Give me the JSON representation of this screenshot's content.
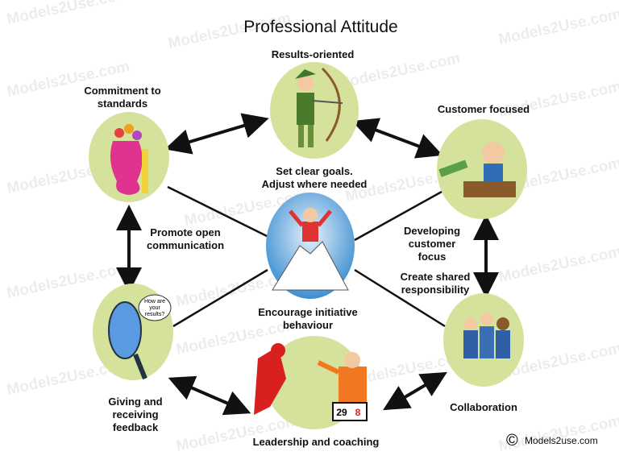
{
  "title": "Professional Attitude",
  "watermark": "Models2Use.com",
  "copyright": "Models2use.com",
  "copyright_symbol": "©",
  "nodes": {
    "results": {
      "label": "Results-oriented"
    },
    "commitment": {
      "line1": "Commitment to",
      "line2": "standards"
    },
    "customer": {
      "label": "Customer focused"
    },
    "feedback": {
      "line1": "Giving and",
      "line2": "receiving",
      "line3": "feedback",
      "bubble1": "How are",
      "bubble2": "your",
      "bubble3": "results?"
    },
    "collaboration": {
      "label": "Collaboration"
    },
    "leadership": {
      "label": "Leadership and coaching",
      "score_left": "29",
      "score_right": "8"
    }
  },
  "links": {
    "goals1": "Set clear goals.",
    "goals2": "Adjust where needed",
    "communication1": "Promote open",
    "communication2": "communication",
    "developing1": "Developing",
    "developing2": "customer",
    "developing3": "focus",
    "shared1": "Create shared",
    "shared2": "responsibility",
    "initiative1": "Encourage initiative",
    "initiative2": "behaviour"
  },
  "colors": {
    "circle": "#d5e29c",
    "center": "#6fa8dc"
  }
}
